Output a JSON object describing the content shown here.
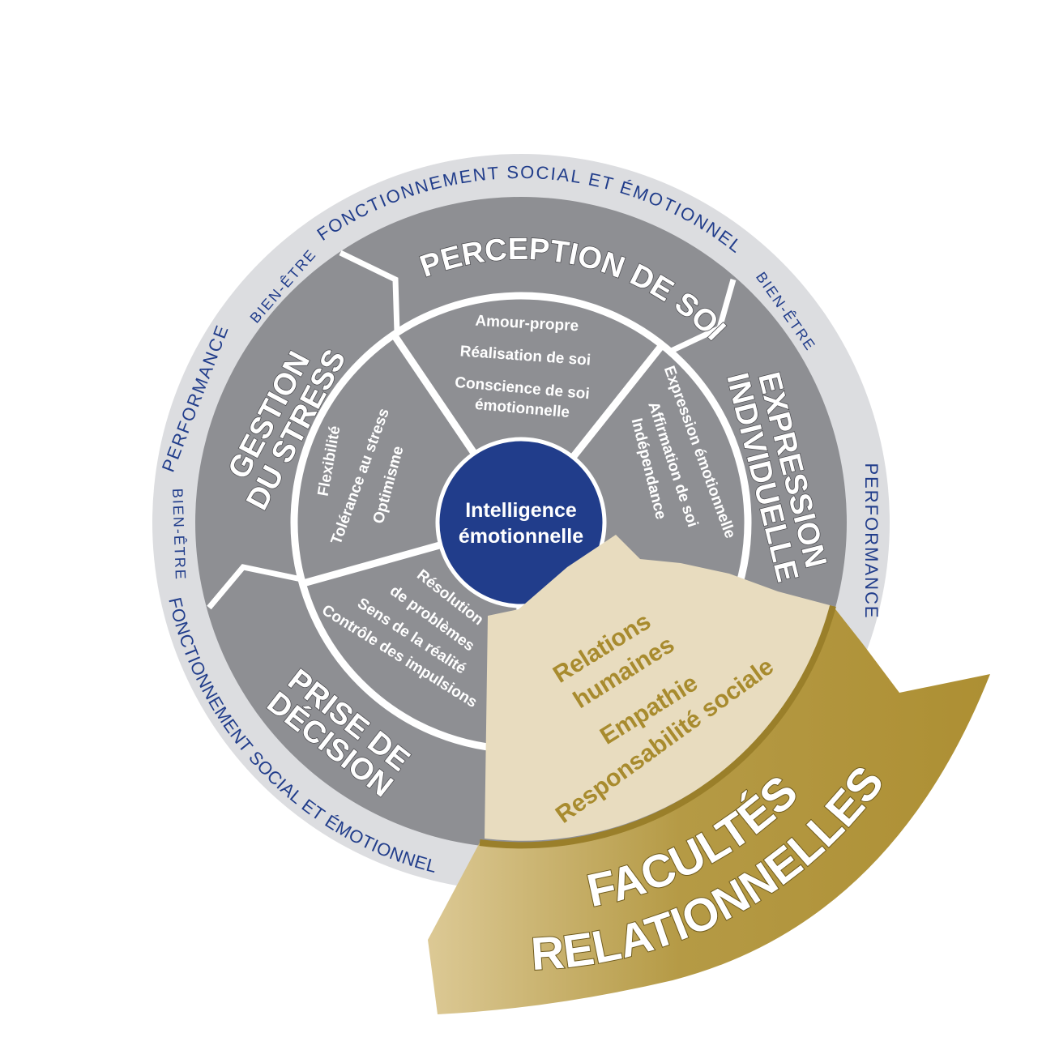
{
  "outer_ring": {
    "top": "FONCTIONNEMENT SOCIAL ET ÉMOTIONNEL",
    "bottom": "FONCTIONNEMENT SOCIAL ET ÉMOTIONNEL",
    "left": "PERFORMANCE",
    "right": "PERFORMANCE",
    "wellbeing_top_left": "BIEN-ÊTRE",
    "wellbeing_top_right": "BIEN-ÊTRE",
    "wellbeing_bottom_left": "BIEN-ÊTRE"
  },
  "center": {
    "line1": "Intelligence",
    "line2": "émotionnelle"
  },
  "sectors": {
    "perception": {
      "title": "PERCEPTION DE SOI",
      "items": [
        "Amour-propre",
        "Réalisation de soi",
        "Conscience de soi",
        "émotionnelle"
      ]
    },
    "expression": {
      "title1": "EXPRESSION",
      "title2": "INDIVIDUELLE",
      "items": [
        "Expression émotionnelle",
        "Affirmation de soi",
        "Indépendance"
      ]
    },
    "stress": {
      "title1": "GESTION",
      "title2": "DU STRESS",
      "items": [
        "Flexibilité",
        "Tolérance au stress",
        "Optimisme"
      ]
    },
    "decision": {
      "title1": "PRISE DE",
      "title2": "DÉCISION",
      "items": [
        "Résolution",
        "de problèmes",
        "Sens de la réalité",
        "Contrôle des impulsions"
      ]
    },
    "relational": {
      "title1": "FACULTÉS",
      "title2": "RELATIONNELLES",
      "items": [
        "Relations",
        "humaines",
        "Empathie",
        "Responsabilité sociale"
      ]
    }
  },
  "colors": {
    "ring": "#dcdde0",
    "sector": "#8e8f93",
    "center": "#213d8b",
    "gold": "#b0943a",
    "cream": "#e8dcbf"
  }
}
